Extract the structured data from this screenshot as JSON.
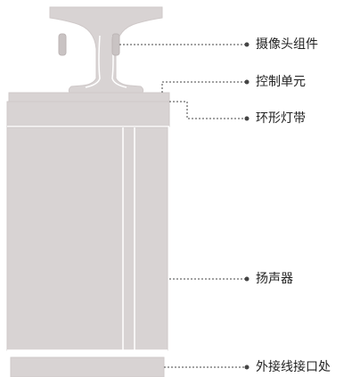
{
  "colors": {
    "body": "#d8d3d3",
    "body_edge": "#cfc9c9",
    "line": "#ffffff",
    "leader": "#444444",
    "text": "#222222"
  },
  "labels": {
    "camera": "摄像头组件",
    "control": "控制单元",
    "light_ring": "环形灯带",
    "speaker": "扬声器",
    "interface": "外接线接口处"
  }
}
